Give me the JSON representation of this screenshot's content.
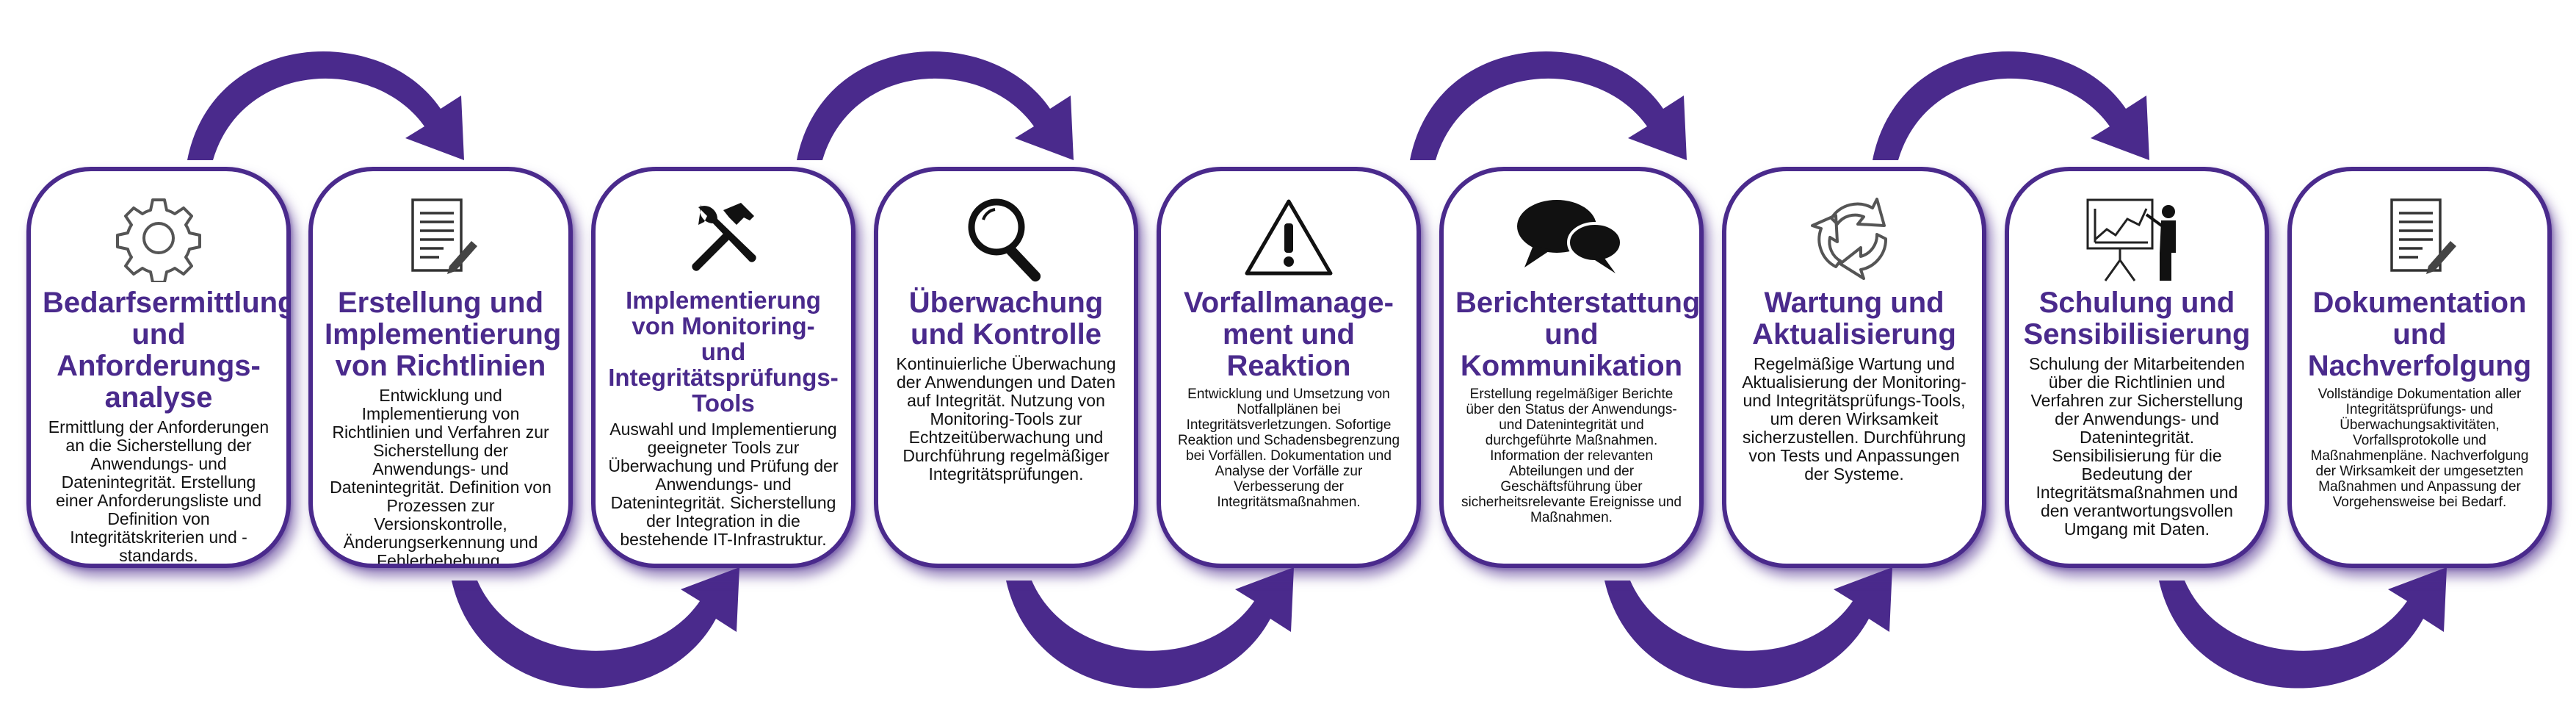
{
  "colors": {
    "accent": "#4a2a8c",
    "card_border": "#4a2a8c",
    "text": "#111111",
    "icon_dark": "#1a1a1a",
    "icon_grey": "#555555"
  },
  "steps": [
    {
      "icon": "gear-icon",
      "title": "Bedarfsermittlung und Anforderungs-analyse",
      "description": "Ermittlung der Anforderungen an die Sicherstellung der Anwendungs- und Datenintegrität. Erstellung einer Anforderungsliste und Definition von Integritätskriterien und -standards."
    },
    {
      "icon": "document-pen-icon",
      "title": "Erstellung und Implementierung von Richtlinien",
      "description": "Entwicklung und Implementierung von Richtlinien und Verfahren zur Sicherstellung der Anwendungs- und Datenintegrität. Definition von Prozessen zur Versionskontrolle, Änderungserkennung und Fehlerbehebung."
    },
    {
      "icon": "tools-icon",
      "title": "Implementierung von Monitoring- und Integritätsprüfungs-Tools",
      "description": "Auswahl und Implementierung geeigneter Tools zur Überwachung und Prüfung der Anwendungs- und Datenintegrität. Sicherstellung der Integration in die bestehende IT-Infrastruktur."
    },
    {
      "icon": "magnifier-icon",
      "title": "Überwachung und Kontrolle",
      "description": "Kontinuierliche Überwachung der Anwendungen und Daten auf Integrität. Nutzung von Monitoring-Tools zur Echtzeitüberwachung und Durchführung regelmäßiger Integritätsprüfungen."
    },
    {
      "icon": "warning-icon",
      "title": "Vorfallmanage-ment und Reaktion",
      "description": "Entwicklung und Umsetzung von Notfallplänen bei Integritätsverletzungen. Sofortige Reaktion und Schadensbegrenzung bei Vorfällen. Dokumentation und Analyse der Vorfälle zur Verbesserung der Integritätsmaßnahmen."
    },
    {
      "icon": "speech-bubbles-icon",
      "title": "Berichterstattung und Kommunikation",
      "description": "Erstellung regelmäßiger Berichte über den Status der Anwendungs- und Datenintegrität und durchgeführte Maßnahmen. Information der relevanten Abteilungen und der Geschäftsführung über sicherheitsrelevante Ereignisse und Maßnahmen."
    },
    {
      "icon": "cycle-arrows-icon",
      "title": "Wartung und Aktualisierung",
      "description": "Regelmäßige Wartung und Aktualisierung der Monitoring- und Integritätsprüfungs-Tools, um deren Wirksamkeit sicherzustellen. Durchführung von Tests und Anpassungen der Systeme."
    },
    {
      "icon": "presentation-board-icon",
      "title": "Schulung und Sensibilisierung",
      "description": "Schulung der Mitarbeitenden über die Richtlinien und Verfahren zur Sicherstellung der Anwendungs- und Datenintegrität. Sensibilisierung für die Bedeutung der Integritätsmaßnahmen und den verantwortungsvollen Umgang mit Daten."
    },
    {
      "icon": "document-pen-icon",
      "title": "Dokumentation und Nachverfolgung",
      "description": "Vollständige Dokumentation aller Integritätsprüfungs- und Überwachungsaktivitäten, Vorfallsprotokolle und Maßnahmenpläne. Nachverfolgung der Wirksamkeit der umgesetzten Maßnahmen und Anpassung der Vorgehensweise bei Bedarf."
    }
  ]
}
